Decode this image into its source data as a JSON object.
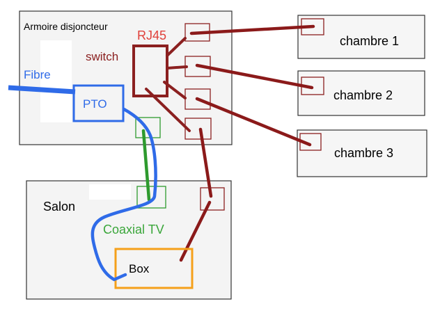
{
  "panel": {
    "label": "Armoire disjoncteur"
  },
  "rj45": {
    "label": "RJ45"
  },
  "switch": {
    "label": "switch"
  },
  "fibre": {
    "label": "Fibre"
  },
  "pto": {
    "label": "PTO"
  },
  "rooms": [
    {
      "label": "chambre 1"
    },
    {
      "label": "chambre 2"
    },
    {
      "label": "chambre 3"
    }
  ],
  "salon": {
    "label": "Salon"
  },
  "coax": {
    "label": "Coaxial TV"
  },
  "box": {
    "label": "Box"
  },
  "colors": {
    "network": "#8b2020",
    "fibre": "#2f6be8",
    "coax": "#2e9a2e",
    "box": "#f5a01a",
    "room_fill": "#f6f6f6",
    "panel_fill": "#f4f4f4"
  }
}
